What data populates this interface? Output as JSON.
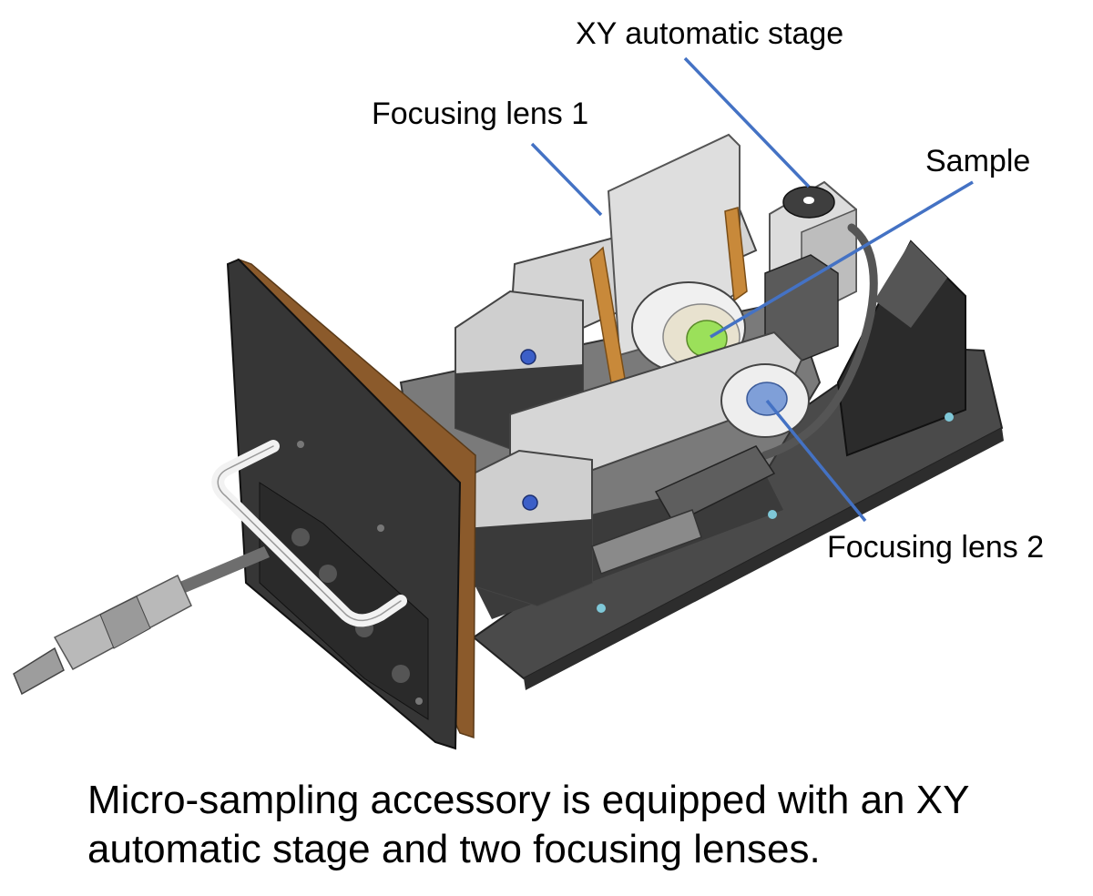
{
  "labels": {
    "xy_stage": "XY automatic stage",
    "focusing_lens_1": "Focusing lens 1",
    "sample": "Sample",
    "focusing_lens_2": "Focusing lens 2"
  },
  "caption": {
    "line1": "Micro-sampling accessory is equipped with an XY",
    "line2": "automatic stage and two focusing lenses."
  },
  "colors": {
    "callout_line": "#4472c4",
    "plate_dark": "#3a3a3a",
    "plate_edge": "#8b5a2b",
    "metal_light": "#d9d9d9",
    "metal_mid": "#b0b0b0",
    "amber": "#c8893a",
    "lens_green": "#9be05a",
    "lens_blue": "#7f9fd8",
    "screw_blue": "#3c5fc8"
  }
}
